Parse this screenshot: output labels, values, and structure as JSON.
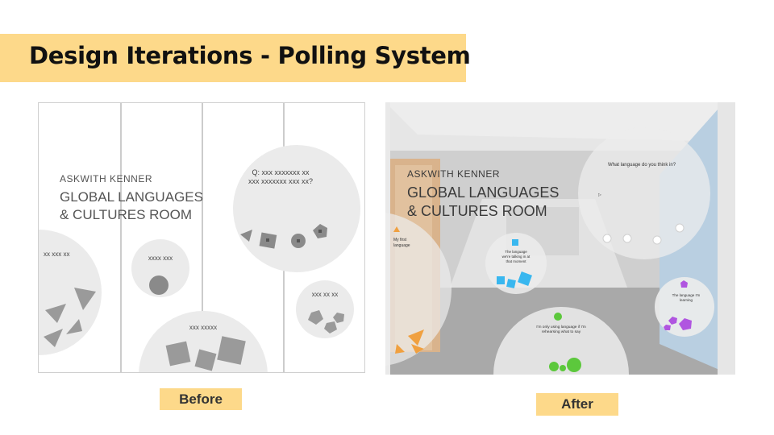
{
  "slide": {
    "title": "Design Iterations - Polling System"
  },
  "before": {
    "caption": "Before",
    "room_label_small": "ASKWITH KENNER",
    "room_label_line1": "GLOBAL LANGUAGES",
    "room_label_line2": "& CULTURES ROOM",
    "question_line1": "Q: xxx xxxxxxx xx",
    "question_line2": "xxx xxxxxxx xxx xx?",
    "bubble_left": "xx xxx xx",
    "bubble_small": "xxxx xxx",
    "bubble_bottom": "xxx xxxxx",
    "bubble_right": "xxx xx xx"
  },
  "after": {
    "caption": "After",
    "room_label_small": "ASKWITH KENNER",
    "room_label_line1": "GLOBAL LANGUAGES",
    "room_label_line2": "& CULTURES ROOM",
    "question": "What language do you think in?",
    "bubble_left_line1": "My first",
    "bubble_left_line2": "language",
    "bubble_center_line1": "The language",
    "bubble_center_line2": "we're talking in at",
    "bubble_center_line3": "that moment",
    "bubble_bottom_line1": "I'm only using language if I'm",
    "bubble_bottom_line2": "rehearsing what to say",
    "bubble_right_line1": "The language I'm",
    "bubble_right_line2": "learning",
    "colors": {
      "orange": "#f0a040",
      "cyan": "#39b7ef",
      "green": "#5cc83c",
      "purple": "#b055e0"
    }
  }
}
